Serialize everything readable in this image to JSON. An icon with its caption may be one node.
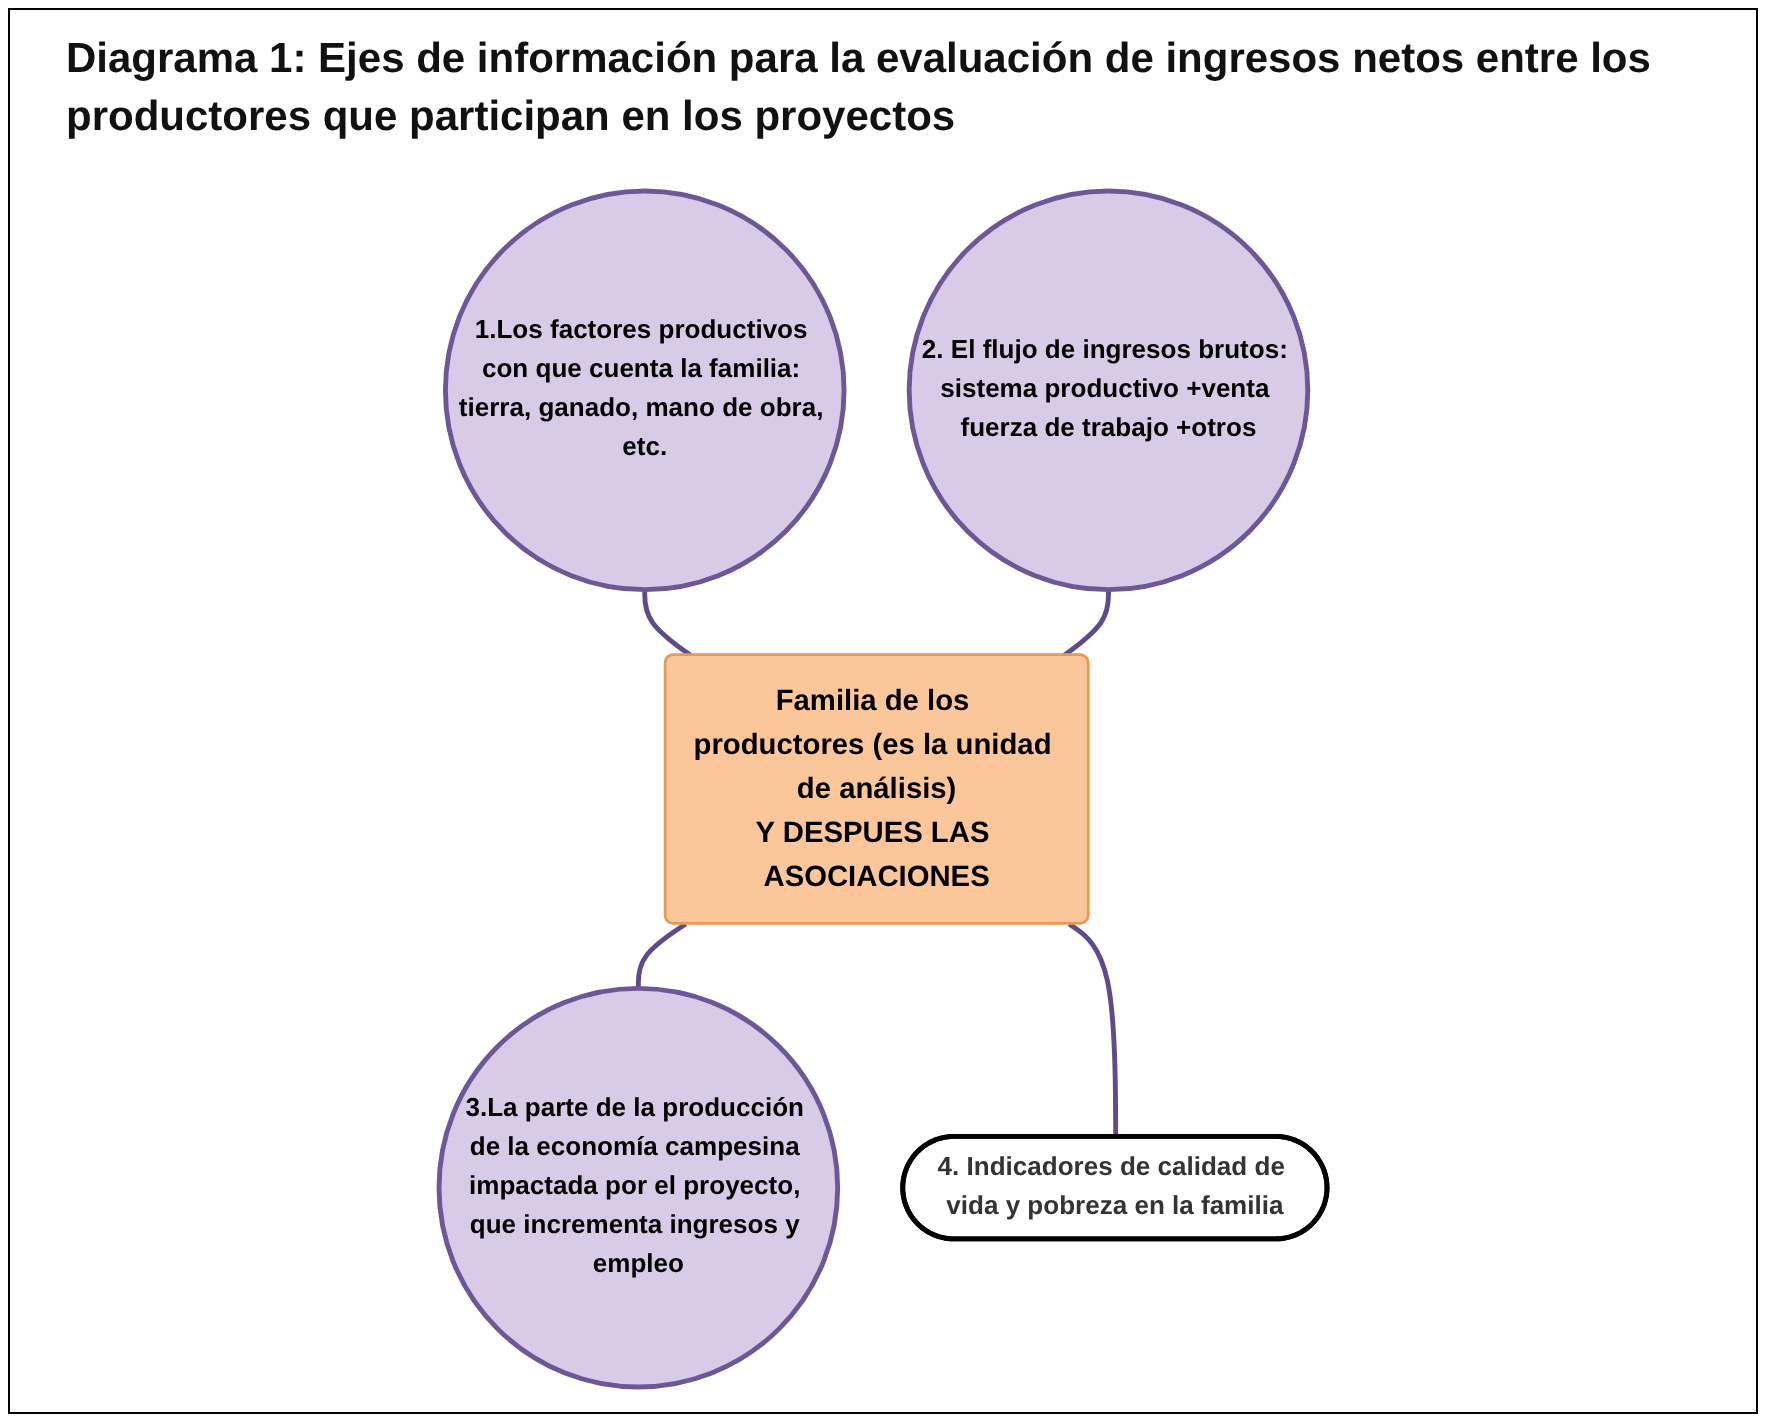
{
  "diagram": {
    "title": "Diagrama 1: Ejes de información para la evaluación de ingresos netos entre los productores que participan en los proyectos",
    "nodes": [
      {
        "text": [
          "1.Los factores productivos con que cuenta la familia: tierra, ganado, mano de obra, etc."
        ]
      },
      {
        "text": [
          "2. El flujo de ingresos brutos: sistema productivo +venta fuerza de trabajo +otros"
        ]
      },
      {
        "text": [
          "Familia de los productores (es la unidad de análisis)",
          "Y DESPUES LAS ASOCIACIONES"
        ]
      },
      {
        "text": [
          "3.La parte de la producción de la economía campesina impactada por el proyecto, que incrementa ingresos y empleo"
        ]
      },
      {
        "text": [
          "4. Indicadores de calidad de vida y pobreza en la familia"
        ]
      }
    ],
    "edges": [
      {
        "from": 0,
        "to": 2,
        "arrow": "none"
      },
      {
        "from": 1,
        "to": 2,
        "arrow": "none"
      },
      {
        "from": 2,
        "to": 3,
        "arrow": "none"
      },
      {
        "from": 2,
        "to": 4,
        "arrow": "none"
      }
    ]
  }
}
